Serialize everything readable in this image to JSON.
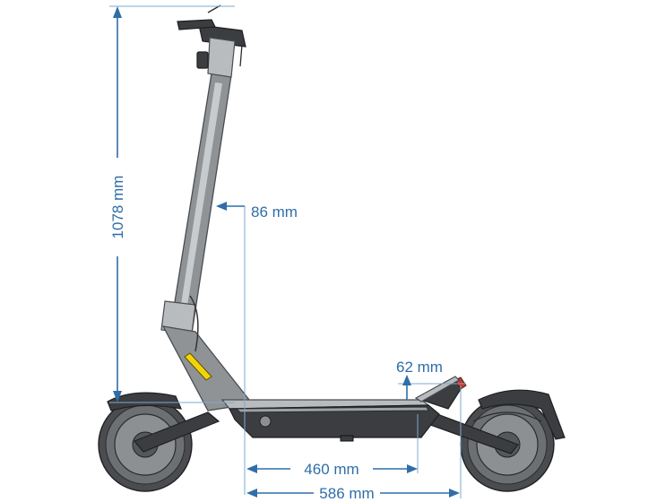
{
  "dimensions": {
    "height": "1078 mm",
    "stem_offset": "86 mm",
    "deck_clearance": "62 mm",
    "deck_length": "460 mm",
    "wheelbase_inner": "586 mm"
  },
  "colors": {
    "dimension": "#2f6ea8",
    "reflector": "#f2d40b",
    "rear_light": "#c0392b"
  }
}
